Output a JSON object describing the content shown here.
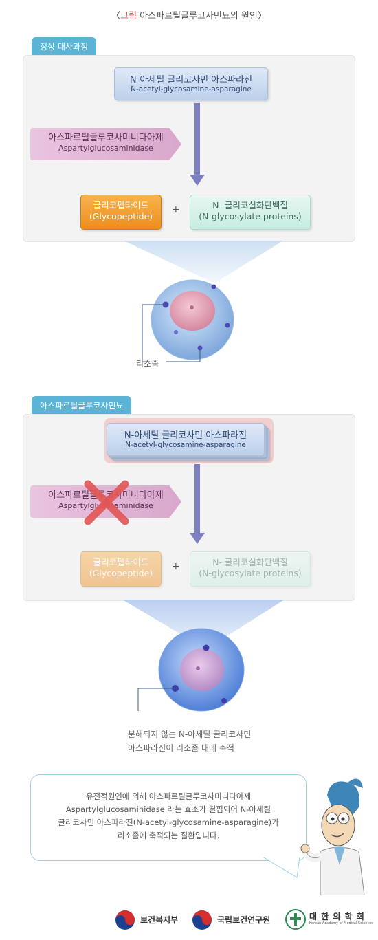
{
  "title": {
    "bracket_open": "〈",
    "highlight": "그림",
    "rest": " 아스파르틸글루코사민뇨의 원인",
    "bracket_close": "〉"
  },
  "normal": {
    "tab": "정상 대사과정",
    "substrate_ko": "N-아세틸 글리코사민 아스파라진",
    "substrate_en": "N-acetyl-glycosamine-asparagine",
    "enzyme_ko": "아스파르틸글루코사미니다아제",
    "enzyme_en": "Aspartylglucosaminidase",
    "product1_ko": "글리코펩타이드",
    "product1_en": "(Glycopeptide)",
    "plus": "+",
    "product2_ko": "N- 글리코실화단백질",
    "product2_en": "(N-glycosylate proteins)",
    "cell_label": "리소좀"
  },
  "disease": {
    "tab": "아스파르틸글루코사민뇨",
    "substrate_ko": "N-아세틸 글리코사민 아스파라진",
    "substrate_en": "N-acetyl-glycosamine-asparagine",
    "enzyme_ko": "아스파르틸글루코사미니다아제",
    "enzyme_en": "Aspartylglucosaminidase",
    "product1_ko": "글리코펩타이드",
    "product1_en": "(Glycopeptide)",
    "plus": "+",
    "product2_ko": "N- 글리코실화단백질",
    "product2_en": "(N-glycosylate proteins)",
    "cell_label_line1": "분해되지 않는 N-아세틸 글리코사민",
    "cell_label_line2": "아스파라진이 리소좀 내에 축적"
  },
  "bubble": {
    "line1": "유전적원인에 의해 아스파르틸글루코사미니다아제",
    "line2": "Aspartylglucosaminidase 라는 효소가 결핍되어 N-아세틸",
    "line3": "글리코사민 아스파라진(N-acetyl-glycosamine-asparagine)가",
    "line4": "리소좀에 축적되는 질환입니다."
  },
  "logos": {
    "ministry": "보건복지부",
    "institute": "국립보건연구원",
    "academy": "대 한 의 학 회",
    "academy_en": "Korean Academy of Medical Sciences"
  },
  "colors": {
    "tab": "#5bb3d6",
    "enzyme": "#d9a7cc",
    "product1": "#ef8d1e",
    "product2": "#c7ece1",
    "cross": "#e25555"
  }
}
